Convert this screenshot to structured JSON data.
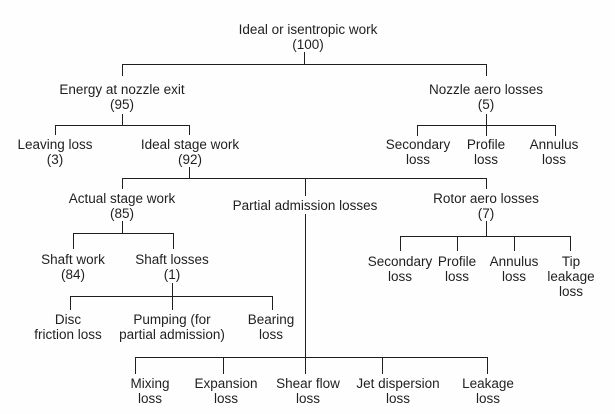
{
  "figure": {
    "type": "tree-diagram",
    "description": "Breakdown of ideal or isentropic work into stage work and losses"
  },
  "colors": {
    "text": "#1f1f1f",
    "line": "#1f1f1f",
    "background": "#fefefe"
  },
  "nodes": {
    "ideal": {
      "line1": "Ideal or isentropic work",
      "line2": "(100)"
    },
    "energy": {
      "line1": "Energy at nozzle exit",
      "line2": "(95)"
    },
    "nozzle_aero": {
      "line1": "Nozzle aero losses",
      "line2": "(5)"
    },
    "leaving": {
      "line1": "Leaving loss",
      "line2": "(3)"
    },
    "ideal_stage": {
      "line1": "Ideal stage work",
      "line2": "(92)"
    },
    "nozzle_secondary": {
      "line1": "Secondary",
      "line2": "loss"
    },
    "nozzle_profile": {
      "line1": "Profile",
      "line2": "loss"
    },
    "nozzle_annulus": {
      "line1": "Annulus",
      "line2": "loss"
    },
    "actual": {
      "line1": "Actual stage work",
      "line2": "(85)"
    },
    "partial": {
      "line1": "Partial admission losses"
    },
    "rotor": {
      "line1": "Rotor aero losses",
      "line2": "(7)"
    },
    "shaft_work": {
      "line1": "Shaft work",
      "line2": "(84)"
    },
    "shaft_losses": {
      "line1": "Shaft losses",
      "line2": "(1)"
    },
    "rotor_secondary": {
      "line1": "Secondary",
      "line2": "loss"
    },
    "rotor_profile": {
      "line1": "Profile",
      "line2": "loss"
    },
    "rotor_annulus": {
      "line1": "Annulus",
      "line2": "loss"
    },
    "tip_leakage": {
      "line1": "Tip",
      "line2": "leakage",
      "line3": "loss"
    },
    "disc_friction": {
      "line1": "Disc",
      "line2": "friction loss"
    },
    "pumping": {
      "line1": "Pumping (for",
      "line2": "partial admission)"
    },
    "bearing": {
      "line1": "Bearing",
      "line2": "loss"
    },
    "mixing": {
      "line1": "Mixing",
      "line2": "loss"
    },
    "expansion": {
      "line1": "Expansion",
      "line2": "loss"
    },
    "shear_flow": {
      "line1": "Shear flow",
      "line2": "loss"
    },
    "jet_dispersion": {
      "line1": "Jet dispersion",
      "line2": "loss"
    },
    "leakage": {
      "line1": "Leakage",
      "line2": "loss"
    }
  },
  "edges": [
    [
      "ideal",
      "energy"
    ],
    [
      "ideal",
      "nozzle_aero"
    ],
    [
      "energy",
      "leaving"
    ],
    [
      "energy",
      "ideal_stage"
    ],
    [
      "nozzle_aero",
      "nozzle_secondary"
    ],
    [
      "nozzle_aero",
      "nozzle_profile"
    ],
    [
      "nozzle_aero",
      "nozzle_annulus"
    ],
    [
      "ideal_stage",
      "actual"
    ],
    [
      "ideal_stage",
      "partial"
    ],
    [
      "ideal_stage",
      "rotor"
    ],
    [
      "actual",
      "shaft_work"
    ],
    [
      "actual",
      "shaft_losses"
    ],
    [
      "rotor",
      "rotor_secondary"
    ],
    [
      "rotor",
      "rotor_profile"
    ],
    [
      "rotor",
      "rotor_annulus"
    ],
    [
      "rotor",
      "tip_leakage"
    ],
    [
      "shaft_losses",
      "disc_friction"
    ],
    [
      "shaft_losses",
      "pumping"
    ],
    [
      "shaft_losses",
      "bearing"
    ],
    [
      "partial",
      "mixing"
    ],
    [
      "partial",
      "expansion"
    ],
    [
      "partial",
      "shear_flow"
    ],
    [
      "partial",
      "jet_dispersion"
    ],
    [
      "partial",
      "leakage"
    ]
  ]
}
